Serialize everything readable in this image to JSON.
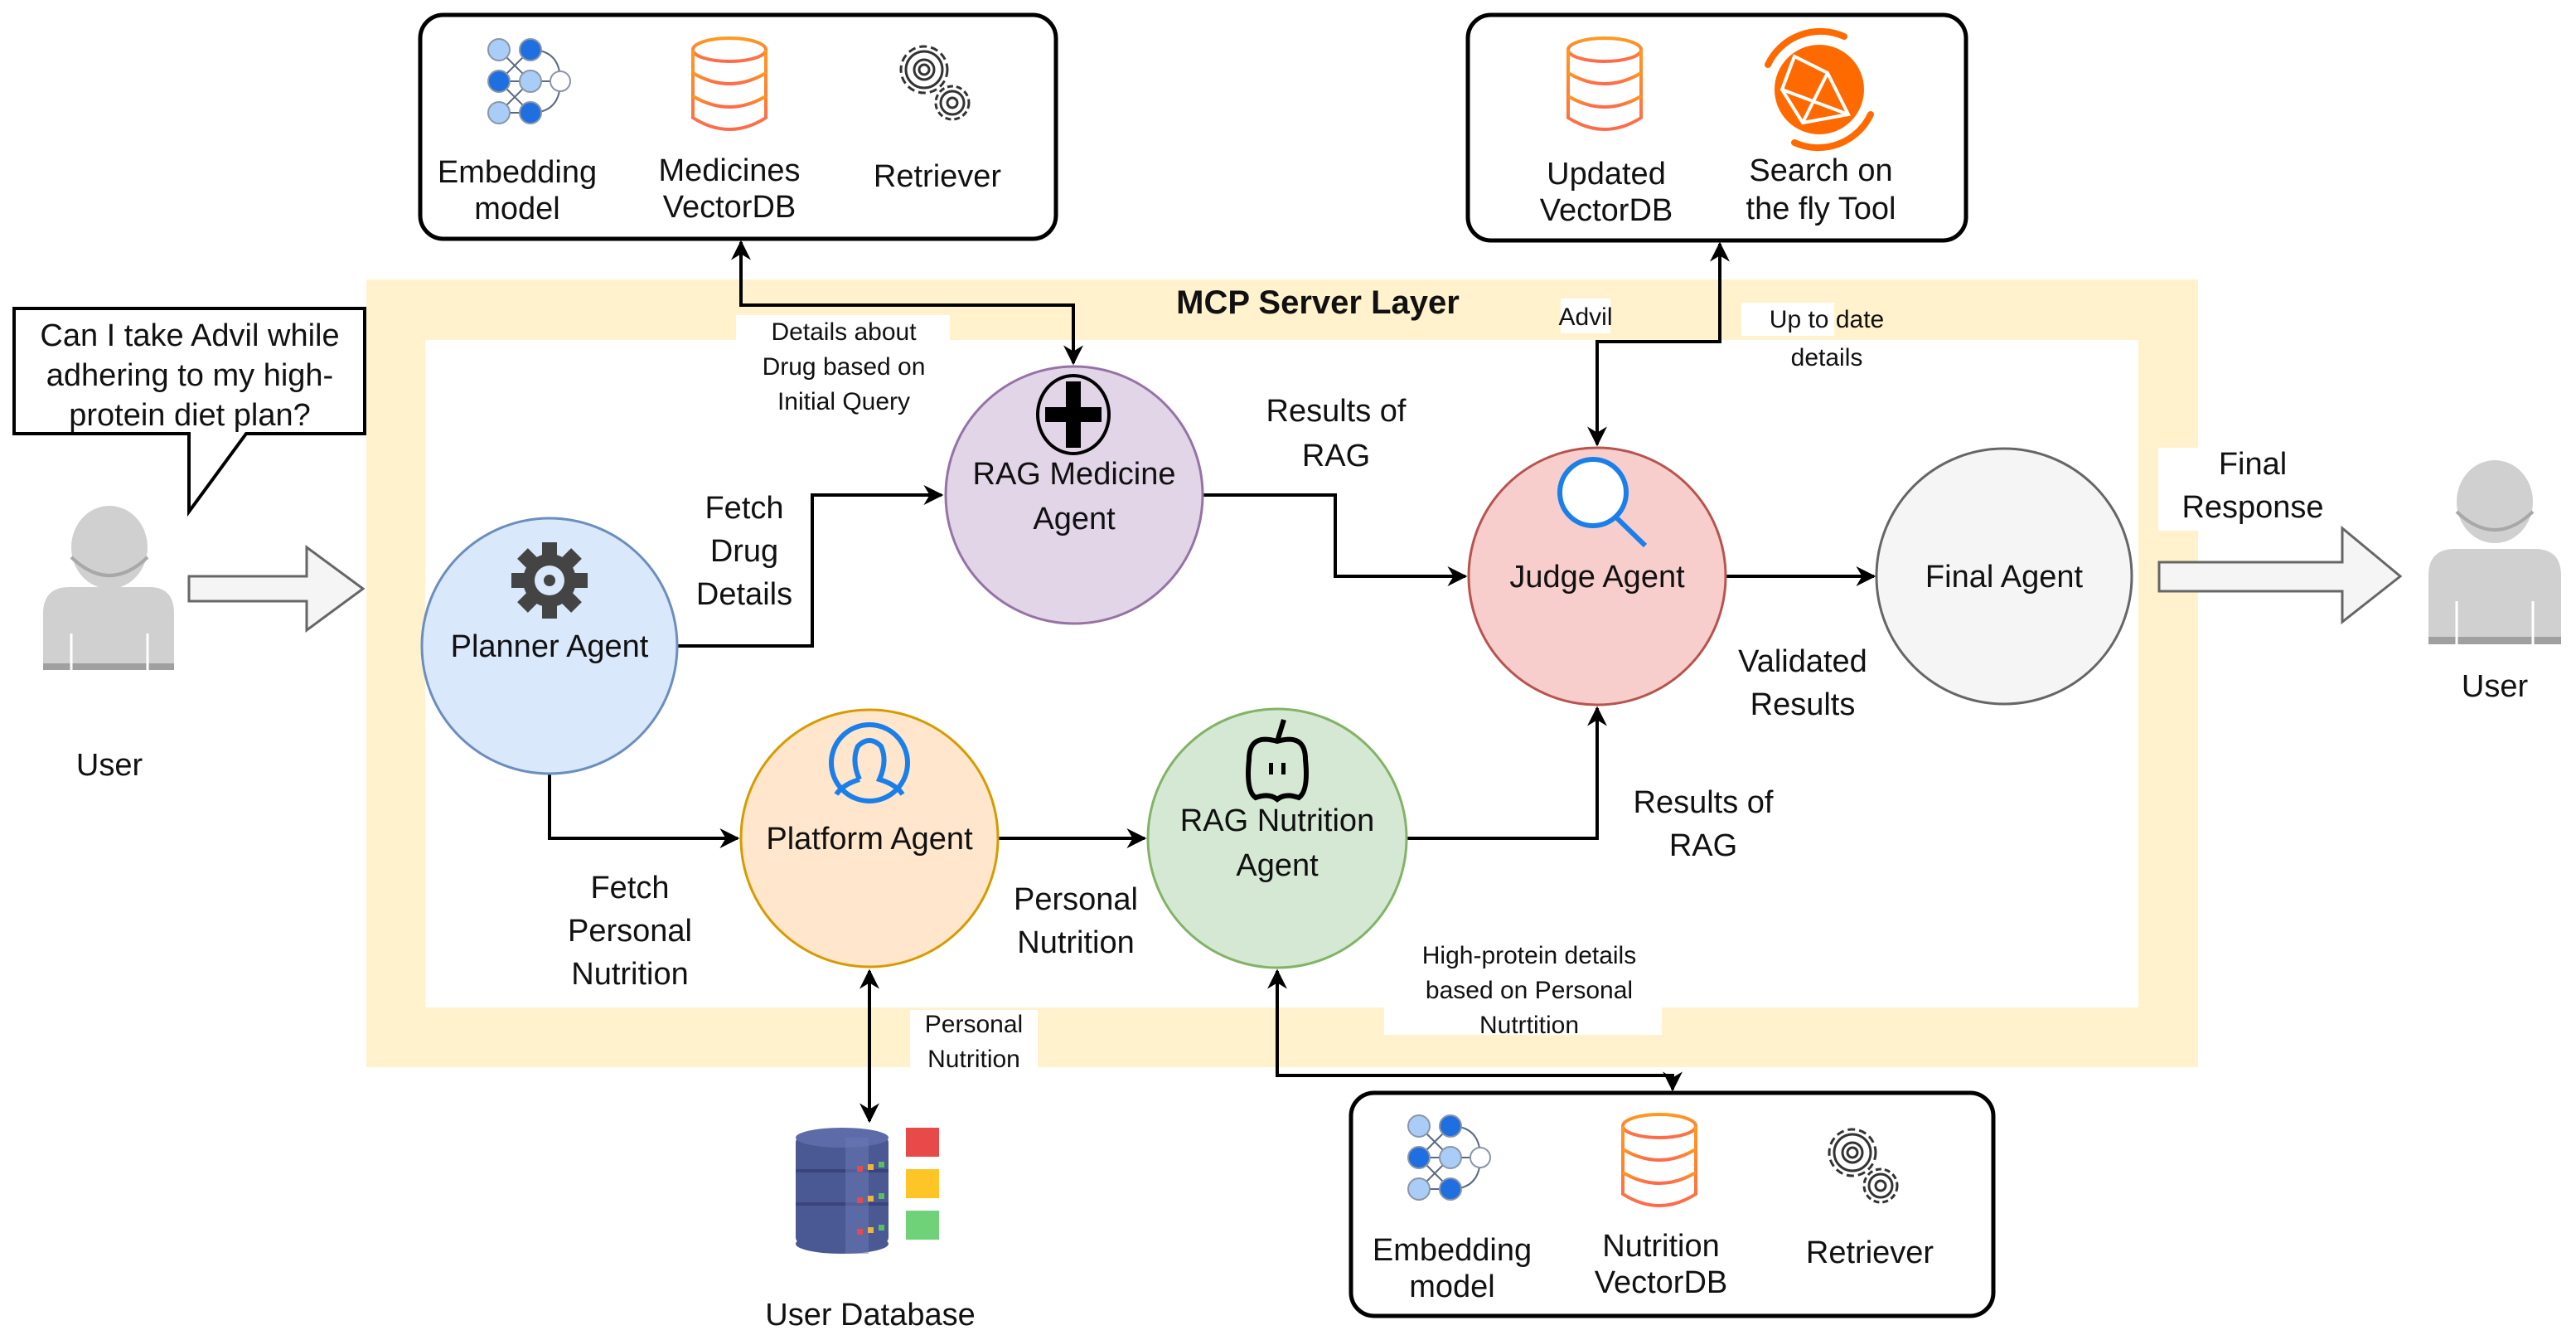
{
  "title": "MCP Server Layer",
  "colors": {
    "mcp_layer": "#fff2cc",
    "planner_fill": "#dae8fc",
    "planner_stroke": "#6c8ebf",
    "medicine_fill": "#e1d5e7",
    "medicine_stroke": "#9673a6",
    "judge_fill": "#f8cecc",
    "judge_stroke": "#b85450",
    "final_fill": "#f5f5f5",
    "final_stroke": "#666666",
    "platform_fill": "#ffe6cc",
    "platform_stroke": "#d79b00",
    "nutrition_fill": "#d5e8d4",
    "nutrition_stroke": "#82b366",
    "icon_blue": "#1a7fe8",
    "icon_orange": "#ff7a00",
    "user_gray": "#d0d0d0"
  },
  "user_left": {
    "label": "User",
    "icon": "user-silhouette-icon",
    "speech": [
      "Can I take Advil while",
      "adhering to my high-",
      "protein diet plan?"
    ]
  },
  "user_right": {
    "label": "User",
    "icon": "user-silhouette-icon"
  },
  "final_response_label": [
    "Final",
    "Response"
  ],
  "agents": {
    "planner": {
      "label": [
        "Planner Agent"
      ],
      "icon": "gear-icon"
    },
    "medicine": {
      "label": [
        "RAG Medicine",
        "Agent"
      ],
      "icon": "medical-cross-icon"
    },
    "judge": {
      "label": [
        "Judge Agent"
      ],
      "icon": "magnifier-icon"
    },
    "final": {
      "label": [
        "Final Agent"
      ],
      "icon": ""
    },
    "platform": {
      "label": [
        "Platform Agent"
      ],
      "icon": "user-profile-icon"
    },
    "nutrition": {
      "label": [
        "RAG Nutrition",
        "Agent"
      ],
      "icon": "apple-icon"
    }
  },
  "tool_boxes": {
    "medicine": [
      {
        "label": [
          "Embedding",
          "model"
        ],
        "icon": "neural-network-icon"
      },
      {
        "label": [
          "Medicines",
          "VectorDB"
        ],
        "icon": "database-icon"
      },
      {
        "label": [
          "Retriever"
        ],
        "icon": "gears-icon"
      }
    ],
    "search": [
      {
        "label": [
          "Updated",
          "VectorDB"
        ],
        "icon": "database-icon"
      },
      {
        "label": [
          "Search on",
          "the fly Tool"
        ],
        "icon": "globe-network-icon"
      }
    ],
    "nutrition": [
      {
        "label": [
          "Embedding",
          "model"
        ],
        "icon": "neural-network-icon"
      },
      {
        "label": [
          "Nutrition",
          "VectorDB"
        ],
        "icon": "database-icon"
      },
      {
        "label": [
          "Retriever"
        ],
        "icon": "gears-icon"
      }
    ]
  },
  "user_database": {
    "label": "User Database",
    "icon": "server-database-icon"
  },
  "edge_labels": {
    "details_about_drug": [
      "Details about",
      "Drug based on",
      "Initial Query"
    ],
    "fetch_drug": [
      "Fetch",
      "Drug",
      "Details"
    ],
    "results_rag_top": [
      "Results of",
      "RAG"
    ],
    "advil": [
      "Advil"
    ],
    "up_to_date": [
      "Up to date",
      "details"
    ],
    "validated": [
      "Validated",
      "Results"
    ],
    "results_rag_bottom": [
      "Results of",
      "RAG"
    ],
    "fetch_personal": [
      "Fetch",
      "Personal",
      "Nutrition"
    ],
    "personal_nutrition_mid": [
      "Personal",
      "Nutrition"
    ],
    "personal_nutrition_db": [
      "Personal",
      "Nutrition"
    ],
    "high_protein": [
      "High-protein details",
      "based on Personal",
      "Nutrtition"
    ]
  }
}
